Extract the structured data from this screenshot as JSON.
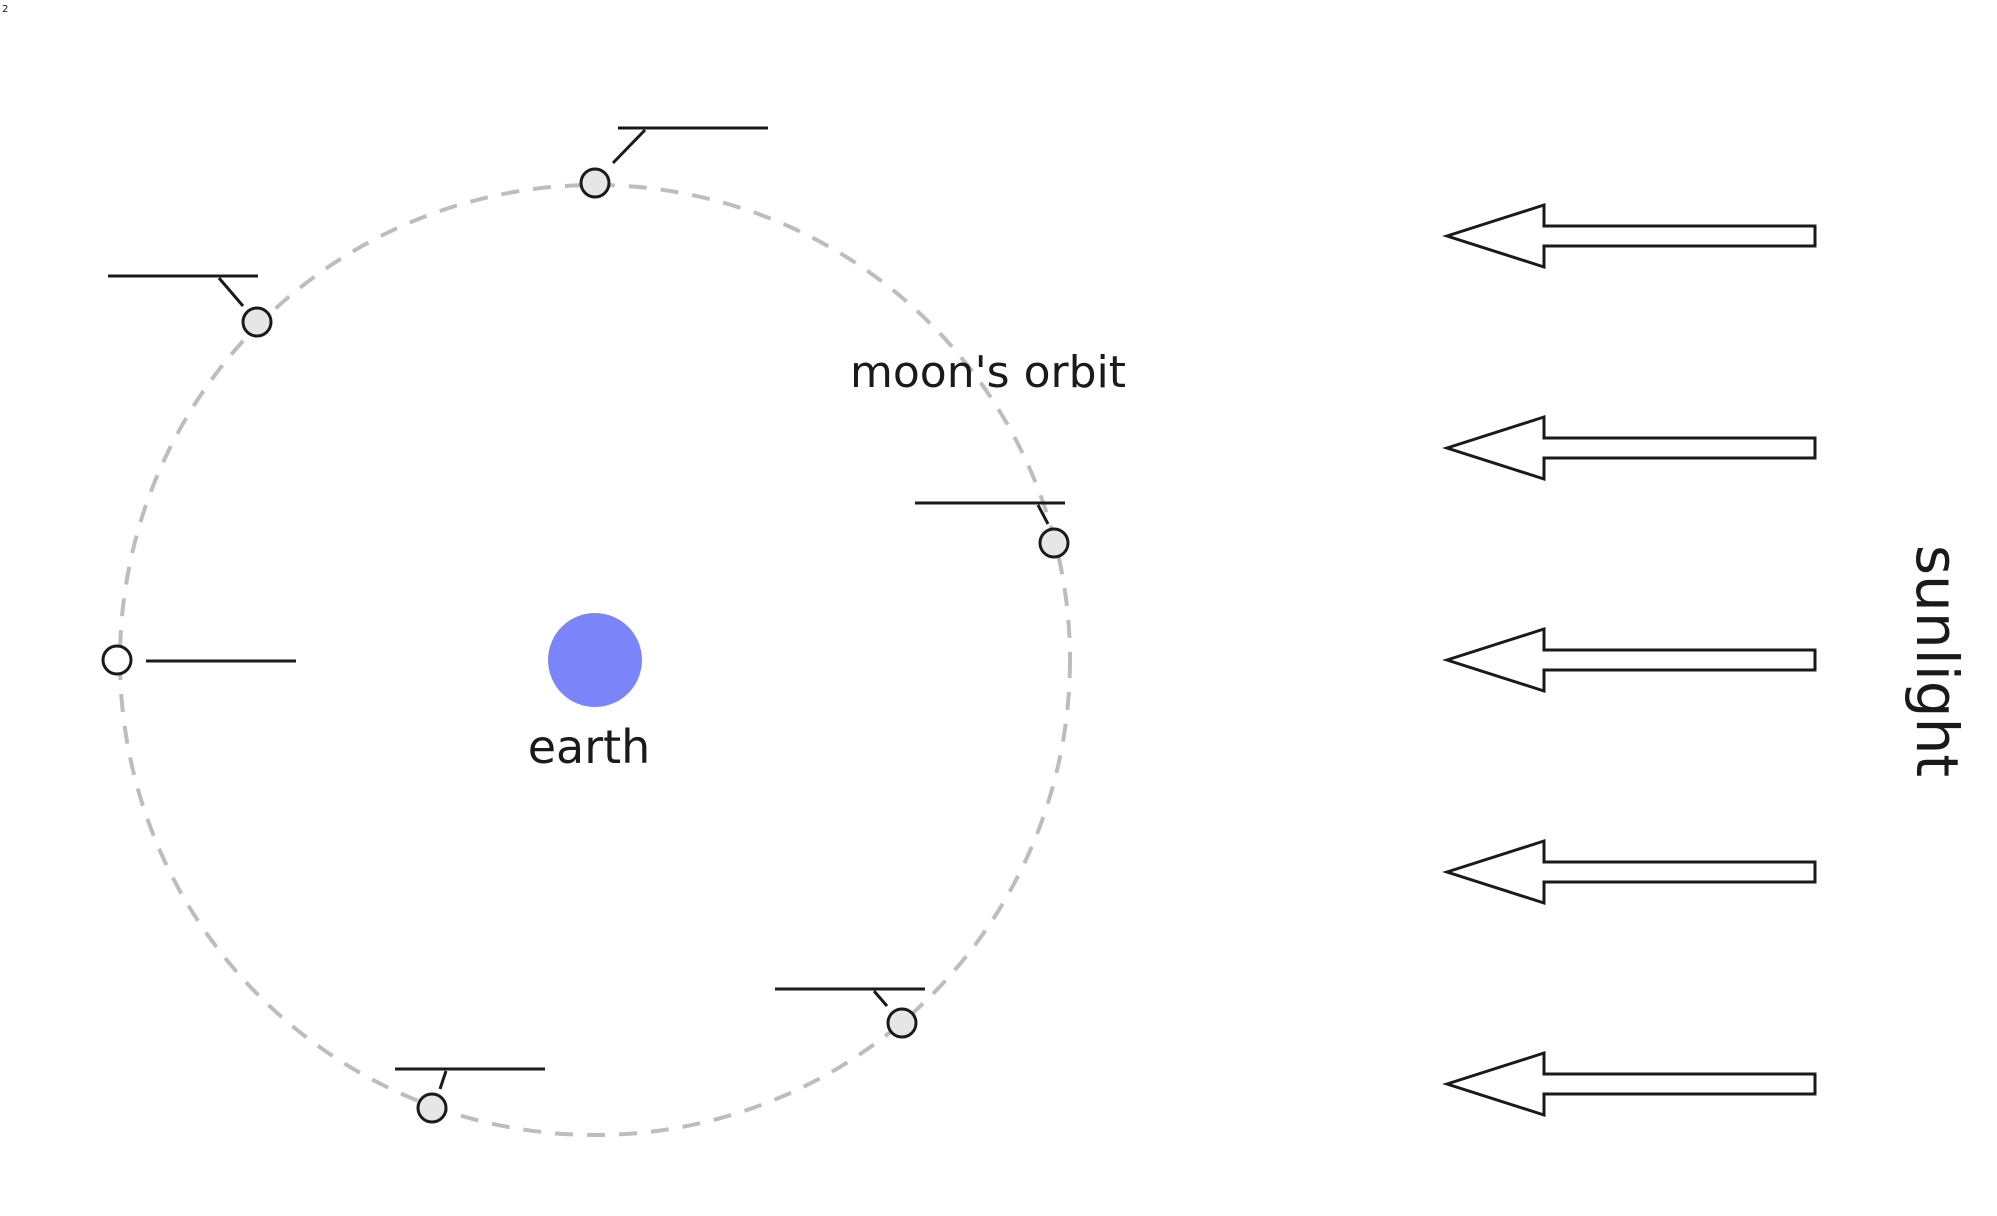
{
  "labels": {
    "orbit": "moon's orbit",
    "earth": "earth",
    "sunlight": "sunlight"
  },
  "colors": {
    "earth": "#7b84f9",
    "orbit": "#bdbdbd",
    "moon_fill": "#e6e6e6",
    "stroke": "#1a1a1a"
  },
  "moons_count": 6,
  "sunlight_arrows_count": 5,
  "corner_mark": "2"
}
